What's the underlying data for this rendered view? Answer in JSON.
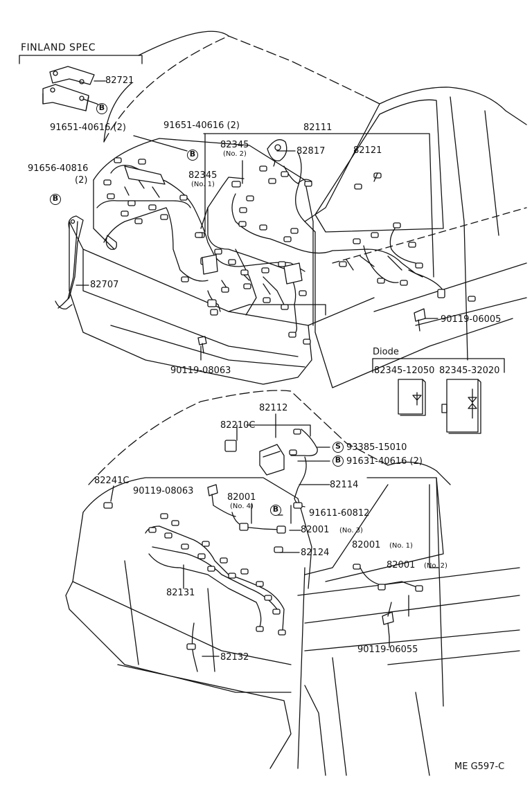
{
  "finland": {
    "title": "FINLAND SPEC",
    "part_a": "82721",
    "callout": "B",
    "bolt": "91651-40616 (2)"
  },
  "top": {
    "p1": "91651-40616 (2)",
    "p2": "82111",
    "p3": "82345",
    "p3n": "(No. 2)",
    "p4": "82817",
    "p5": "82121",
    "p6": "82345",
    "p6n": "(No. 1)",
    "p7": "91656-40816",
    "p7n": "(2)",
    "p8": "82707",
    "p9": "90119-06005",
    "p10": "90119-08063",
    "callout_b": "B"
  },
  "diode": {
    "title": "Diode",
    "a": "82345-12050",
    "b": "82345-32020"
  },
  "bottom": {
    "q1": "82112",
    "q2": "82210C",
    "q3": "93385-15010",
    "q4": "91631-40616 (2)",
    "q5": "82114",
    "q6": "82241C",
    "q7": "90119-08063",
    "q8": "82001",
    "q8n": "(No. 4)",
    "q9": "91611-60812",
    "q10": "82001",
    "q10n": "(No. 3)",
    "q11": "82124",
    "q12": "82001",
    "q12n": "(No. 1)",
    "q13": "82001",
    "q13n": "(No. 2)",
    "q14": "82131",
    "q15": "90119-06055",
    "q16": "82132",
    "callout_s": "S",
    "callout_b": "B"
  },
  "footer": {
    "code": "ME  G597-C"
  }
}
